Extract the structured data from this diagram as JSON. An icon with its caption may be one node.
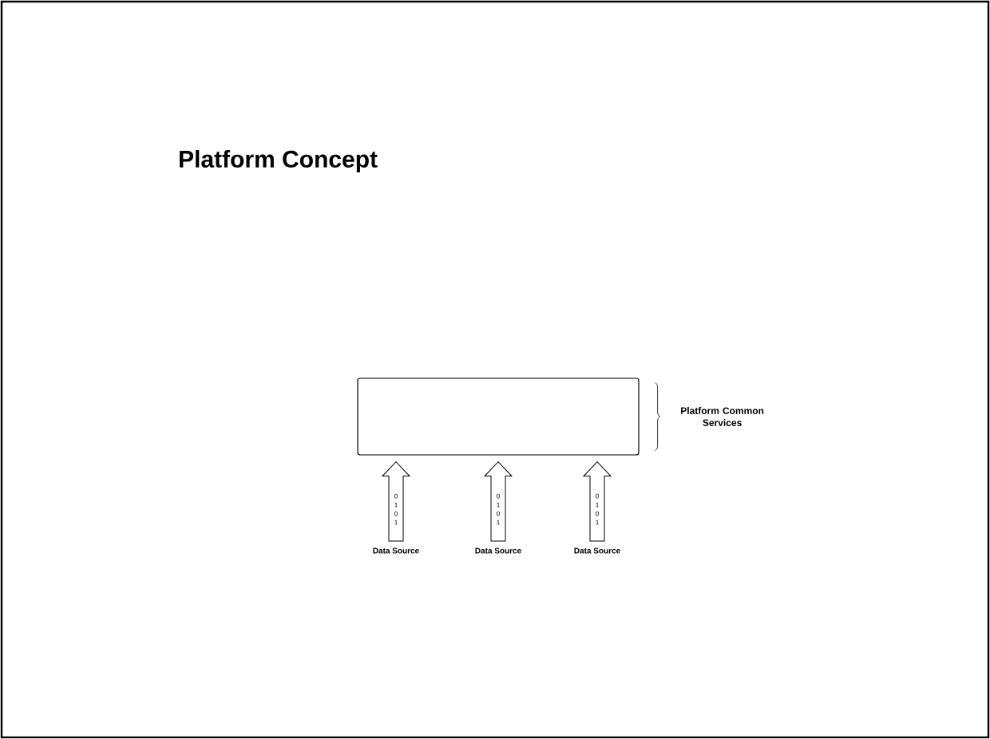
{
  "diagram": {
    "title": "Platform Concept",
    "nodes": [
      {
        "text": [],
        "shape": "box"
      },
      {
        "text": [
          "Data Source"
        ]
      },
      {
        "text": [
          "Data Source"
        ]
      },
      {
        "text": [
          "Data Source"
        ]
      }
    ],
    "edges": [
      {
        "from": 1,
        "to": 0,
        "arrow": "to",
        "label": "0 1 0 1"
      },
      {
        "from": 2,
        "to": 0,
        "arrow": "to",
        "label": "0 1 0 1"
      },
      {
        "from": 3,
        "to": 0,
        "arrow": "to",
        "label": "0 1 0 1"
      }
    ],
    "labels": [
      "Platform Common Services"
    ]
  }
}
